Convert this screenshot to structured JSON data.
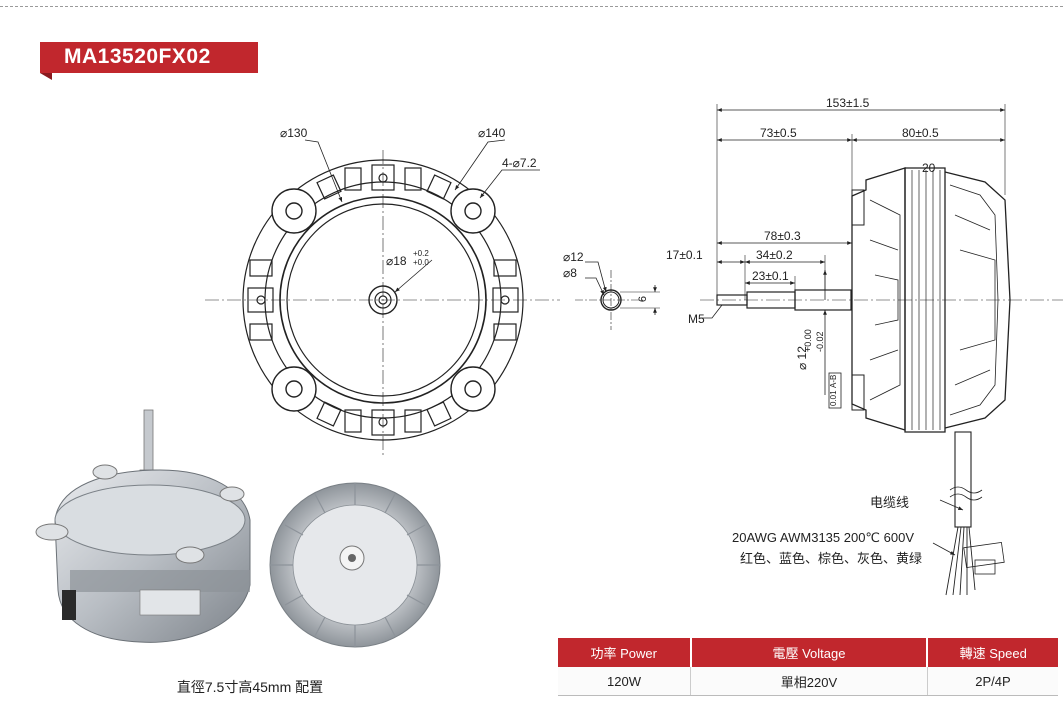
{
  "model": "MA13520FX02",
  "front_view": {
    "dim_phi130": "⌀130",
    "dim_phi140": "⌀140",
    "dim_holes": "4-⌀7.2",
    "dim_center": "⌀18",
    "dim_center_tol_upper": "+0.2",
    "dim_center_tol_lower": "+0.0"
  },
  "shaft_end": {
    "dim_phi12": "⌀12",
    "dim_phi8": "⌀8",
    "dim_flat": "6"
  },
  "side_view": {
    "dim_total": "153±1.5",
    "dim_left": "73±0.5",
    "dim_right": "80±0.5",
    "dim_20": "20",
    "dim_78": "78±0.3",
    "dim_17": "17±0.1",
    "dim_34": "34±0.2",
    "dim_23": "23±0.1",
    "thread": "M5",
    "shaft_dia": "⌀ 12",
    "shaft_tol_upper": "+0.00",
    "shaft_tol_lower": "-0.02",
    "runout_value": "0.01",
    "runout_datum": "A-B",
    "cable_label": "电缆线",
    "wire_spec": "20AWG  AWM3135 200℃ 600V",
    "wire_colors": "红色、蓝色、棕色、灰色、黄绿"
  },
  "photo_caption": "直徑7.5寸高45mm 配置",
  "specs": {
    "headers": [
      "功率 Power",
      "電壓 Voltage",
      "轉速 Speed"
    ],
    "values": [
      "120W",
      "單相220V",
      "2P/4P"
    ]
  }
}
